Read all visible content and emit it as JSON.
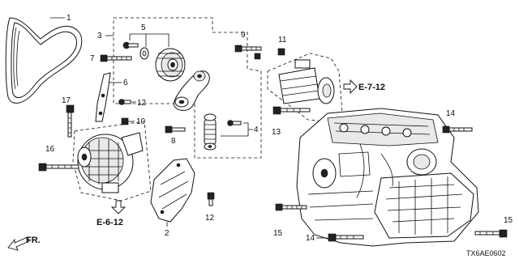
{
  "callouts": {
    "c1": "1",
    "c2": "2",
    "c3": "3",
    "c4": "4",
    "c5": "5",
    "c6": "6",
    "c7": "7",
    "c8": "8",
    "c9": "9",
    "c10": "10",
    "c11": "11",
    "c12a": "12",
    "c12b": "12",
    "c13": "13",
    "c14a": "14",
    "c14b": "14",
    "c15a": "15",
    "c15b": "15",
    "c16": "16",
    "c17": "17"
  },
  "references": {
    "starter": "E-7-12",
    "alternator": "E-6-12"
  },
  "front_label": "FR.",
  "diagram_code": "TX6AE0602"
}
